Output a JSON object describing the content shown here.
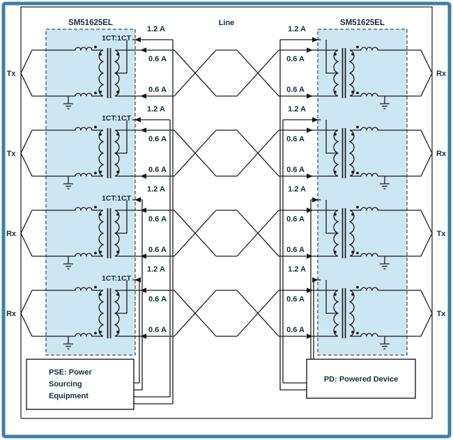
{
  "modules": {
    "left_label": "SM51625EL",
    "right_label": "SM51625EL"
  },
  "line_label": "Line",
  "rows": [
    {
      "left_port": "Tx",
      "right_port": "Rx",
      "ratio": "1CT:1CT",
      "left_tap_current": "1.2 A",
      "left_pair1_current": "0.6 A",
      "left_pair2_current": "0.6 A",
      "right_tap_current": "1.2 A",
      "right_pair1_current": "0.6 A",
      "right_pair2_current": "0.6 A"
    },
    {
      "left_port": "Tx",
      "right_port": "Rx",
      "ratio": "1CT:1CT",
      "left_tap_current": "1.2 A",
      "left_pair1_current": "0.6 A",
      "left_pair2_current": "0.6 A",
      "right_tap_current": "1.2 A",
      "right_pair1_current": "0.6 A",
      "right_pair2_current": "0.6 A"
    },
    {
      "left_port": "Rx",
      "right_port": "Tx",
      "ratio": "1CT:1CT",
      "left_tap_current": "1.2 A",
      "left_pair1_current": "0.6 A",
      "left_pair2_current": "0.6 A",
      "right_tap_current": "1.2 A",
      "right_pair1_current": "0.6 A",
      "right_pair2_current": "0.6 A"
    },
    {
      "left_port": "Rx",
      "right_port": "Tx",
      "ratio": "1CT:1CT",
      "left_tap_current": "1.2 A",
      "left_pair1_current": "0.6 A",
      "left_pair2_current": "0.6 A",
      "right_tap_current": "1.2 A",
      "right_pair1_current": "0.6 A",
      "right_pair2_current": "0.6 A"
    }
  ],
  "pse_box": {
    "line1": "PSE: Power",
    "line2": "Sourcing",
    "line3": "Equipment"
  },
  "pd_box": {
    "label": "PD: Powered Device"
  },
  "colors": {
    "frame": "#3c7fa6",
    "module_fill": "#cde6f4",
    "wire": "#1a1a1a",
    "text": "#112e40",
    "background": "#ffffff"
  }
}
